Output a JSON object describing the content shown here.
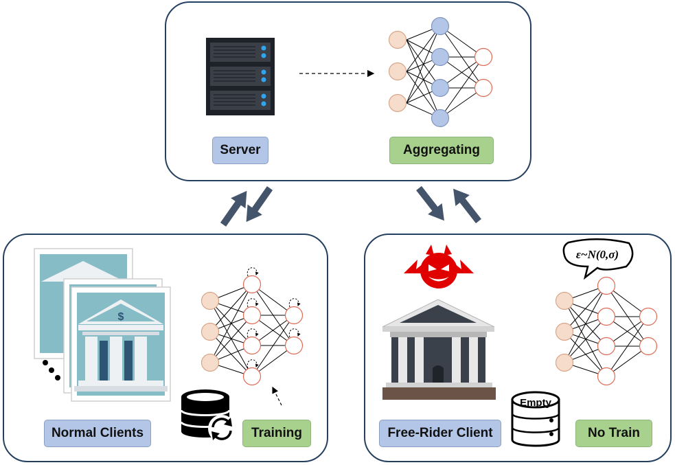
{
  "labels": {
    "server": "Server",
    "aggregating": "Aggregating",
    "normal_clients": "Normal Clients",
    "training": "Training",
    "free_rider_client": "Free-Rider Client",
    "no_train": "No Train",
    "empty": "Empty",
    "noise_formula": "ε~N(0,σ)"
  },
  "icons": [
    "server-rack-icon",
    "bank-icon",
    "devil-icon",
    "database-sync-icon",
    "database-empty-icon",
    "neural-network-icon",
    "speech-bubble-icon"
  ],
  "colors": {
    "panel_border": "#243f60",
    "tag_blue": "#b4c6e7",
    "tag_green": "#a9d18e",
    "input_node": "#f6dccb",
    "hidden_node_server": "#b4c6e7",
    "arrow": "#44546a",
    "devil": "#e00000"
  }
}
